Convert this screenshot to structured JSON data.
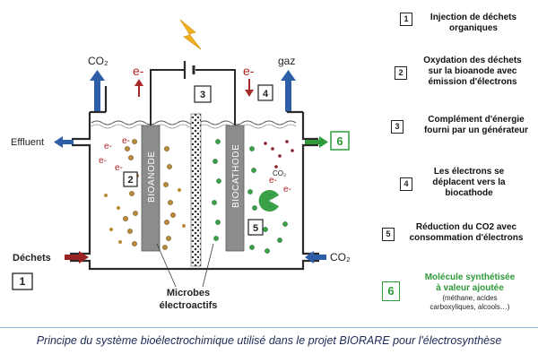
{
  "diagram": {
    "top_left_gas": "CO₂",
    "top_right_gas": "gaz",
    "electron_label": "e-",
    "effluent_label": "Effluent",
    "waste_label": "Déchets",
    "bottom_right_gas": "CO₂",
    "anode_label": "BIOANODE",
    "cathode_label": "BIOCATHODE",
    "co2_small": "CO₂",
    "microbes_line1": "Microbes",
    "microbes_line2": "électroactifs",
    "numbers": [
      "1",
      "2",
      "3",
      "4",
      "5",
      "6"
    ],
    "colors": {
      "red": "#9b2222",
      "blue": "#2e5ea8",
      "green": "#2e9a3a",
      "electrode": "#8c8c8c",
      "bacteria": "#b98a3a"
    },
    "icons": [
      "lightning-icon",
      "battery-icon"
    ]
  },
  "legend": [
    {
      "num": "1",
      "lines": [
        "Injection de déchets",
        "organiques"
      ]
    },
    {
      "num": "2",
      "lines": [
        "Oxydation des déchets",
        "sur la bioanode avec",
        "émission d'électrons"
      ]
    },
    {
      "num": "3",
      "lines": [
        "Complément d'énergie",
        "fourni par un générateur"
      ]
    },
    {
      "num": "4",
      "lines": [
        "Les électrons se",
        "déplacent vers la",
        "biocathode"
      ]
    },
    {
      "num": "5",
      "lines": [
        "Réduction du CO2 avec",
        "consommation d'électrons"
      ]
    },
    {
      "num": "6",
      "lines": [
        "Molécule synthétisée",
        "à valeur ajoutée"
      ],
      "sub": [
        "(méthane, acides",
        "carboxyliques, alcools…)"
      ]
    }
  ],
  "caption": "Principe du système bioélectrochimique utilisé dans le projet BIORARE pour l'électrosynthèse"
}
